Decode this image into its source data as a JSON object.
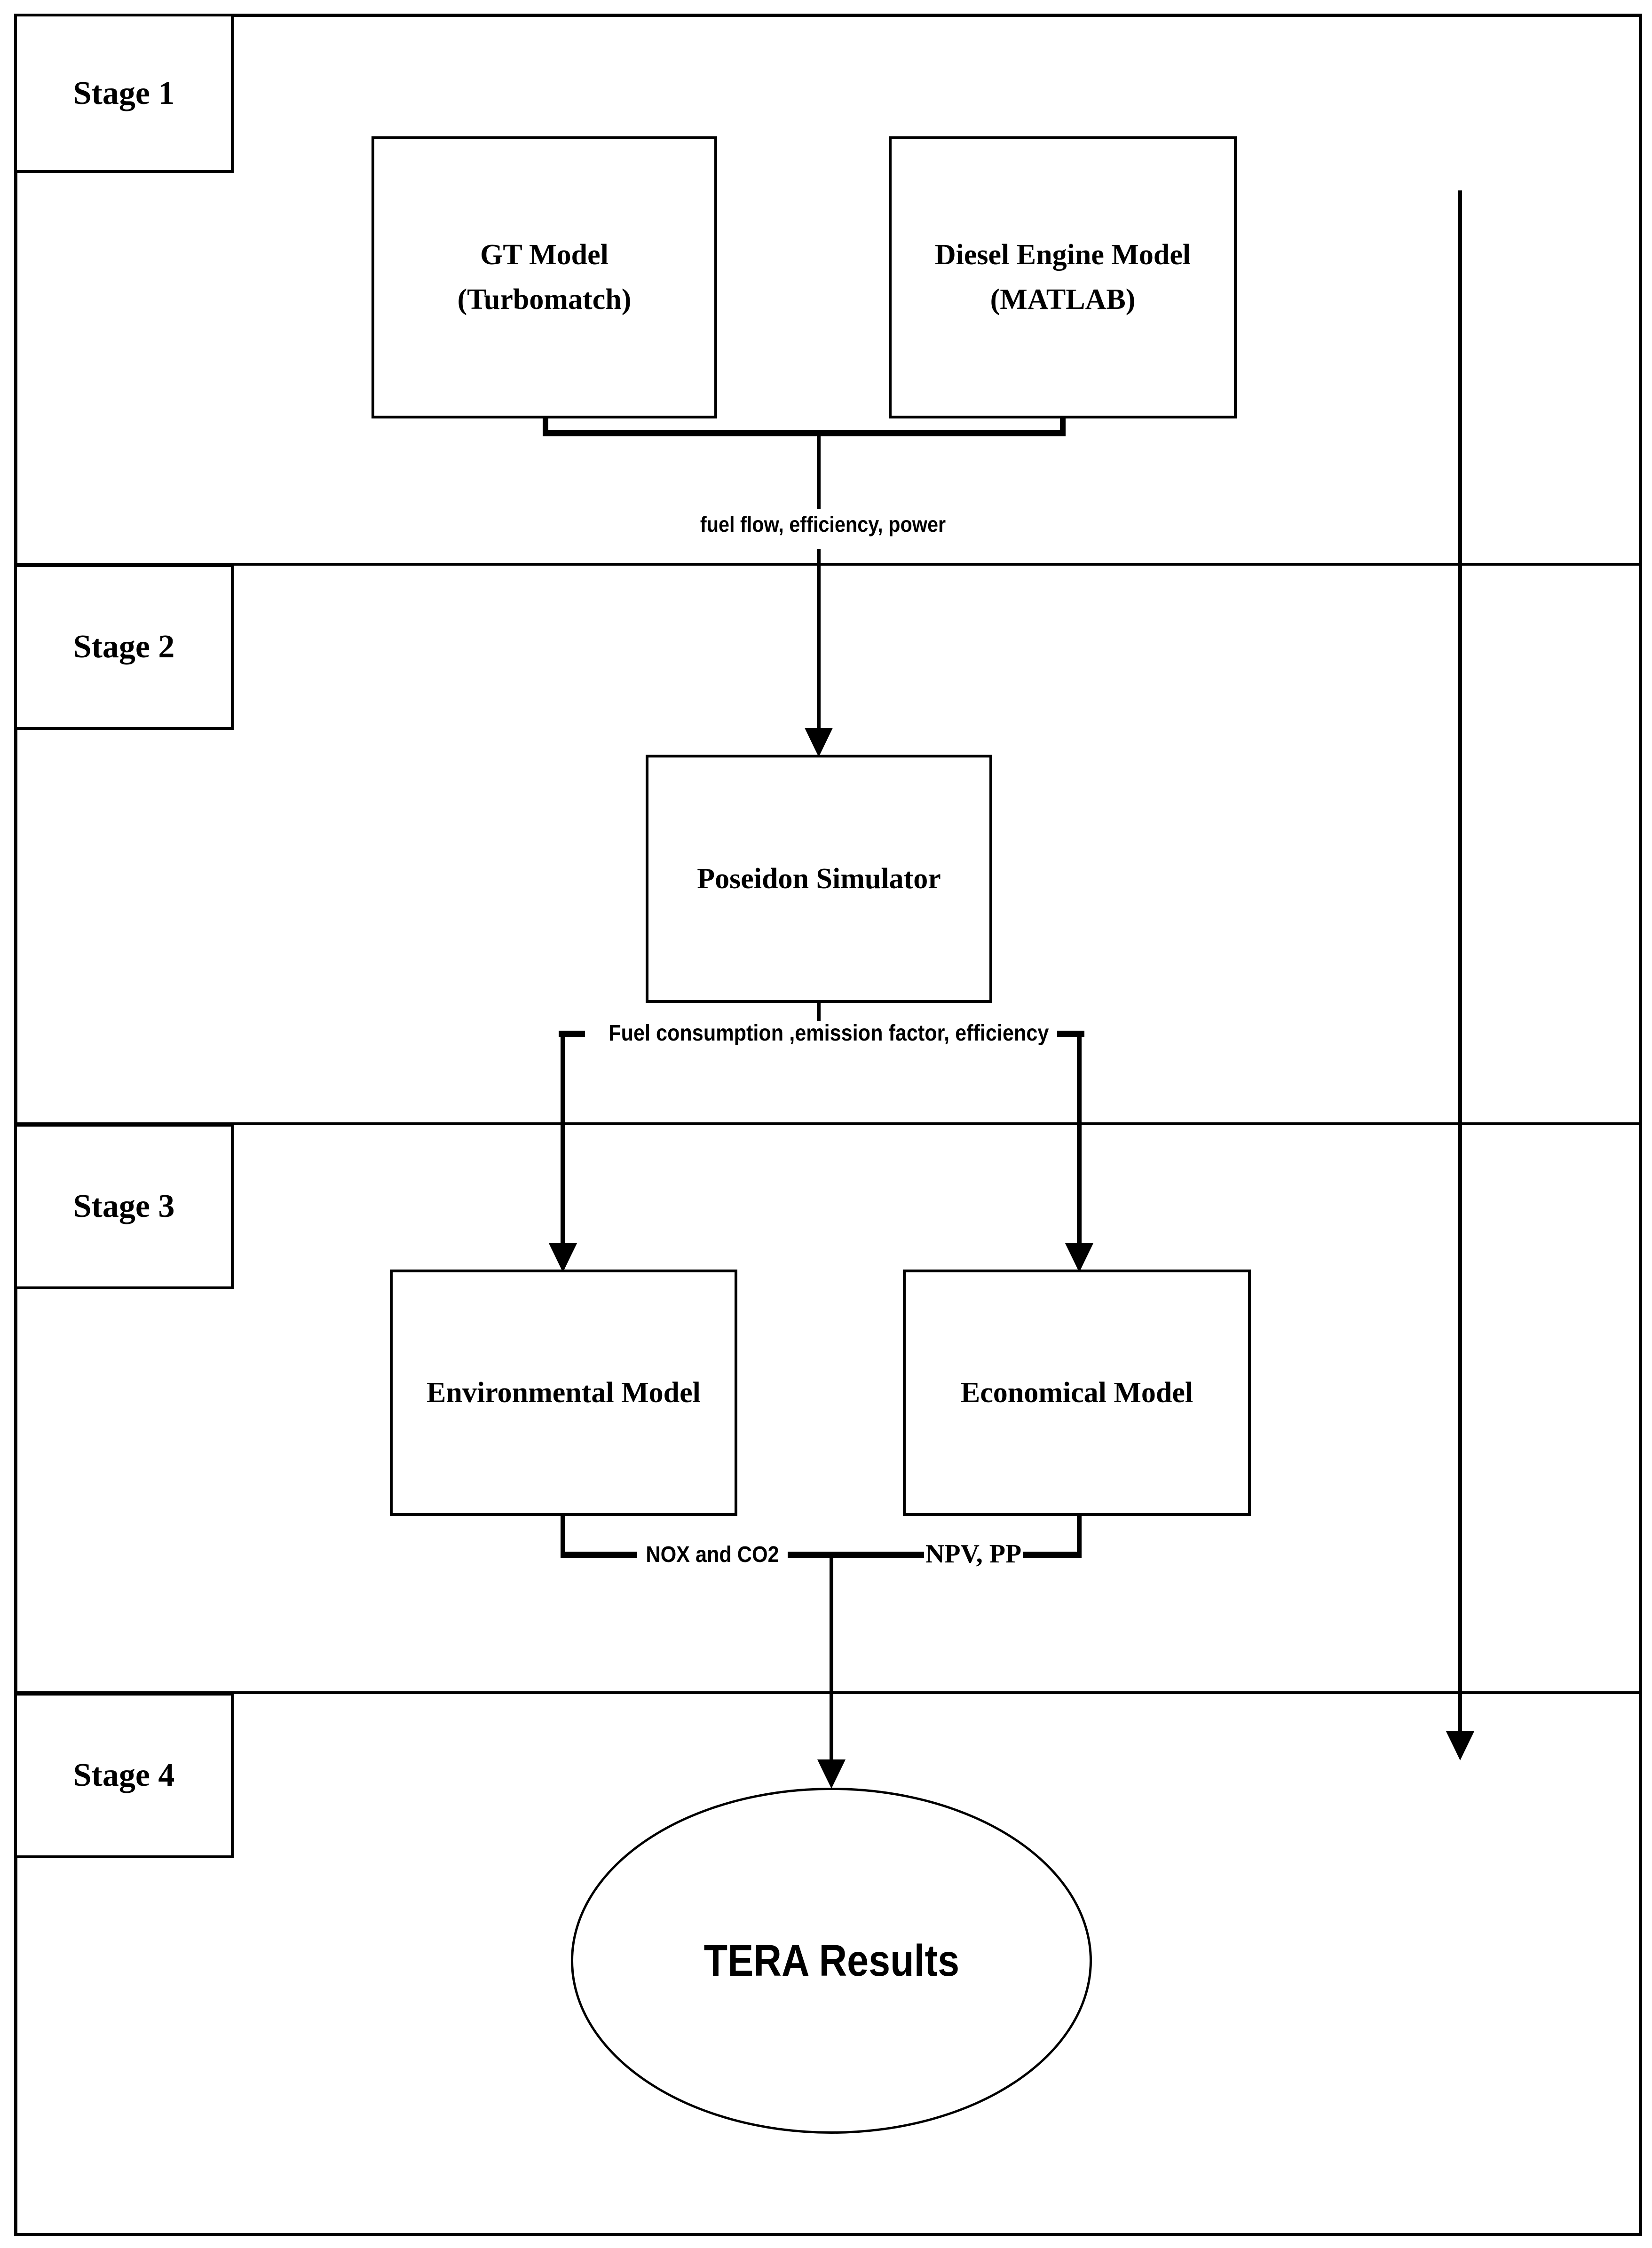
{
  "stages": [
    {
      "label": "Stage 1"
    },
    {
      "label": "Stage 2"
    },
    {
      "label": "Stage 3"
    },
    {
      "label": "Stage 4"
    }
  ],
  "nodes": {
    "gt_model": {
      "line1": "GT Model",
      "line2": "(Turbomatch)"
    },
    "diesel_model": {
      "line1": "Diesel Engine Model",
      "line2": "(MATLAB)"
    },
    "poseidon": {
      "label": "Poseidon Simulator"
    },
    "environmental": {
      "label": "Environmental Model"
    },
    "economical": {
      "label": "Economical Model"
    },
    "tera": {
      "label": "TERA Results"
    }
  },
  "flow_labels": {
    "models_to_poseidon": "fuel flow, efficiency, power",
    "poseidon_to_models": "Fuel consumption ,emission factor, efficiency",
    "environmental_out": "NOX and CO2",
    "economical_out": "NPV, PP"
  },
  "colors": {
    "ink": "#000000",
    "paper": "#ffffff"
  }
}
